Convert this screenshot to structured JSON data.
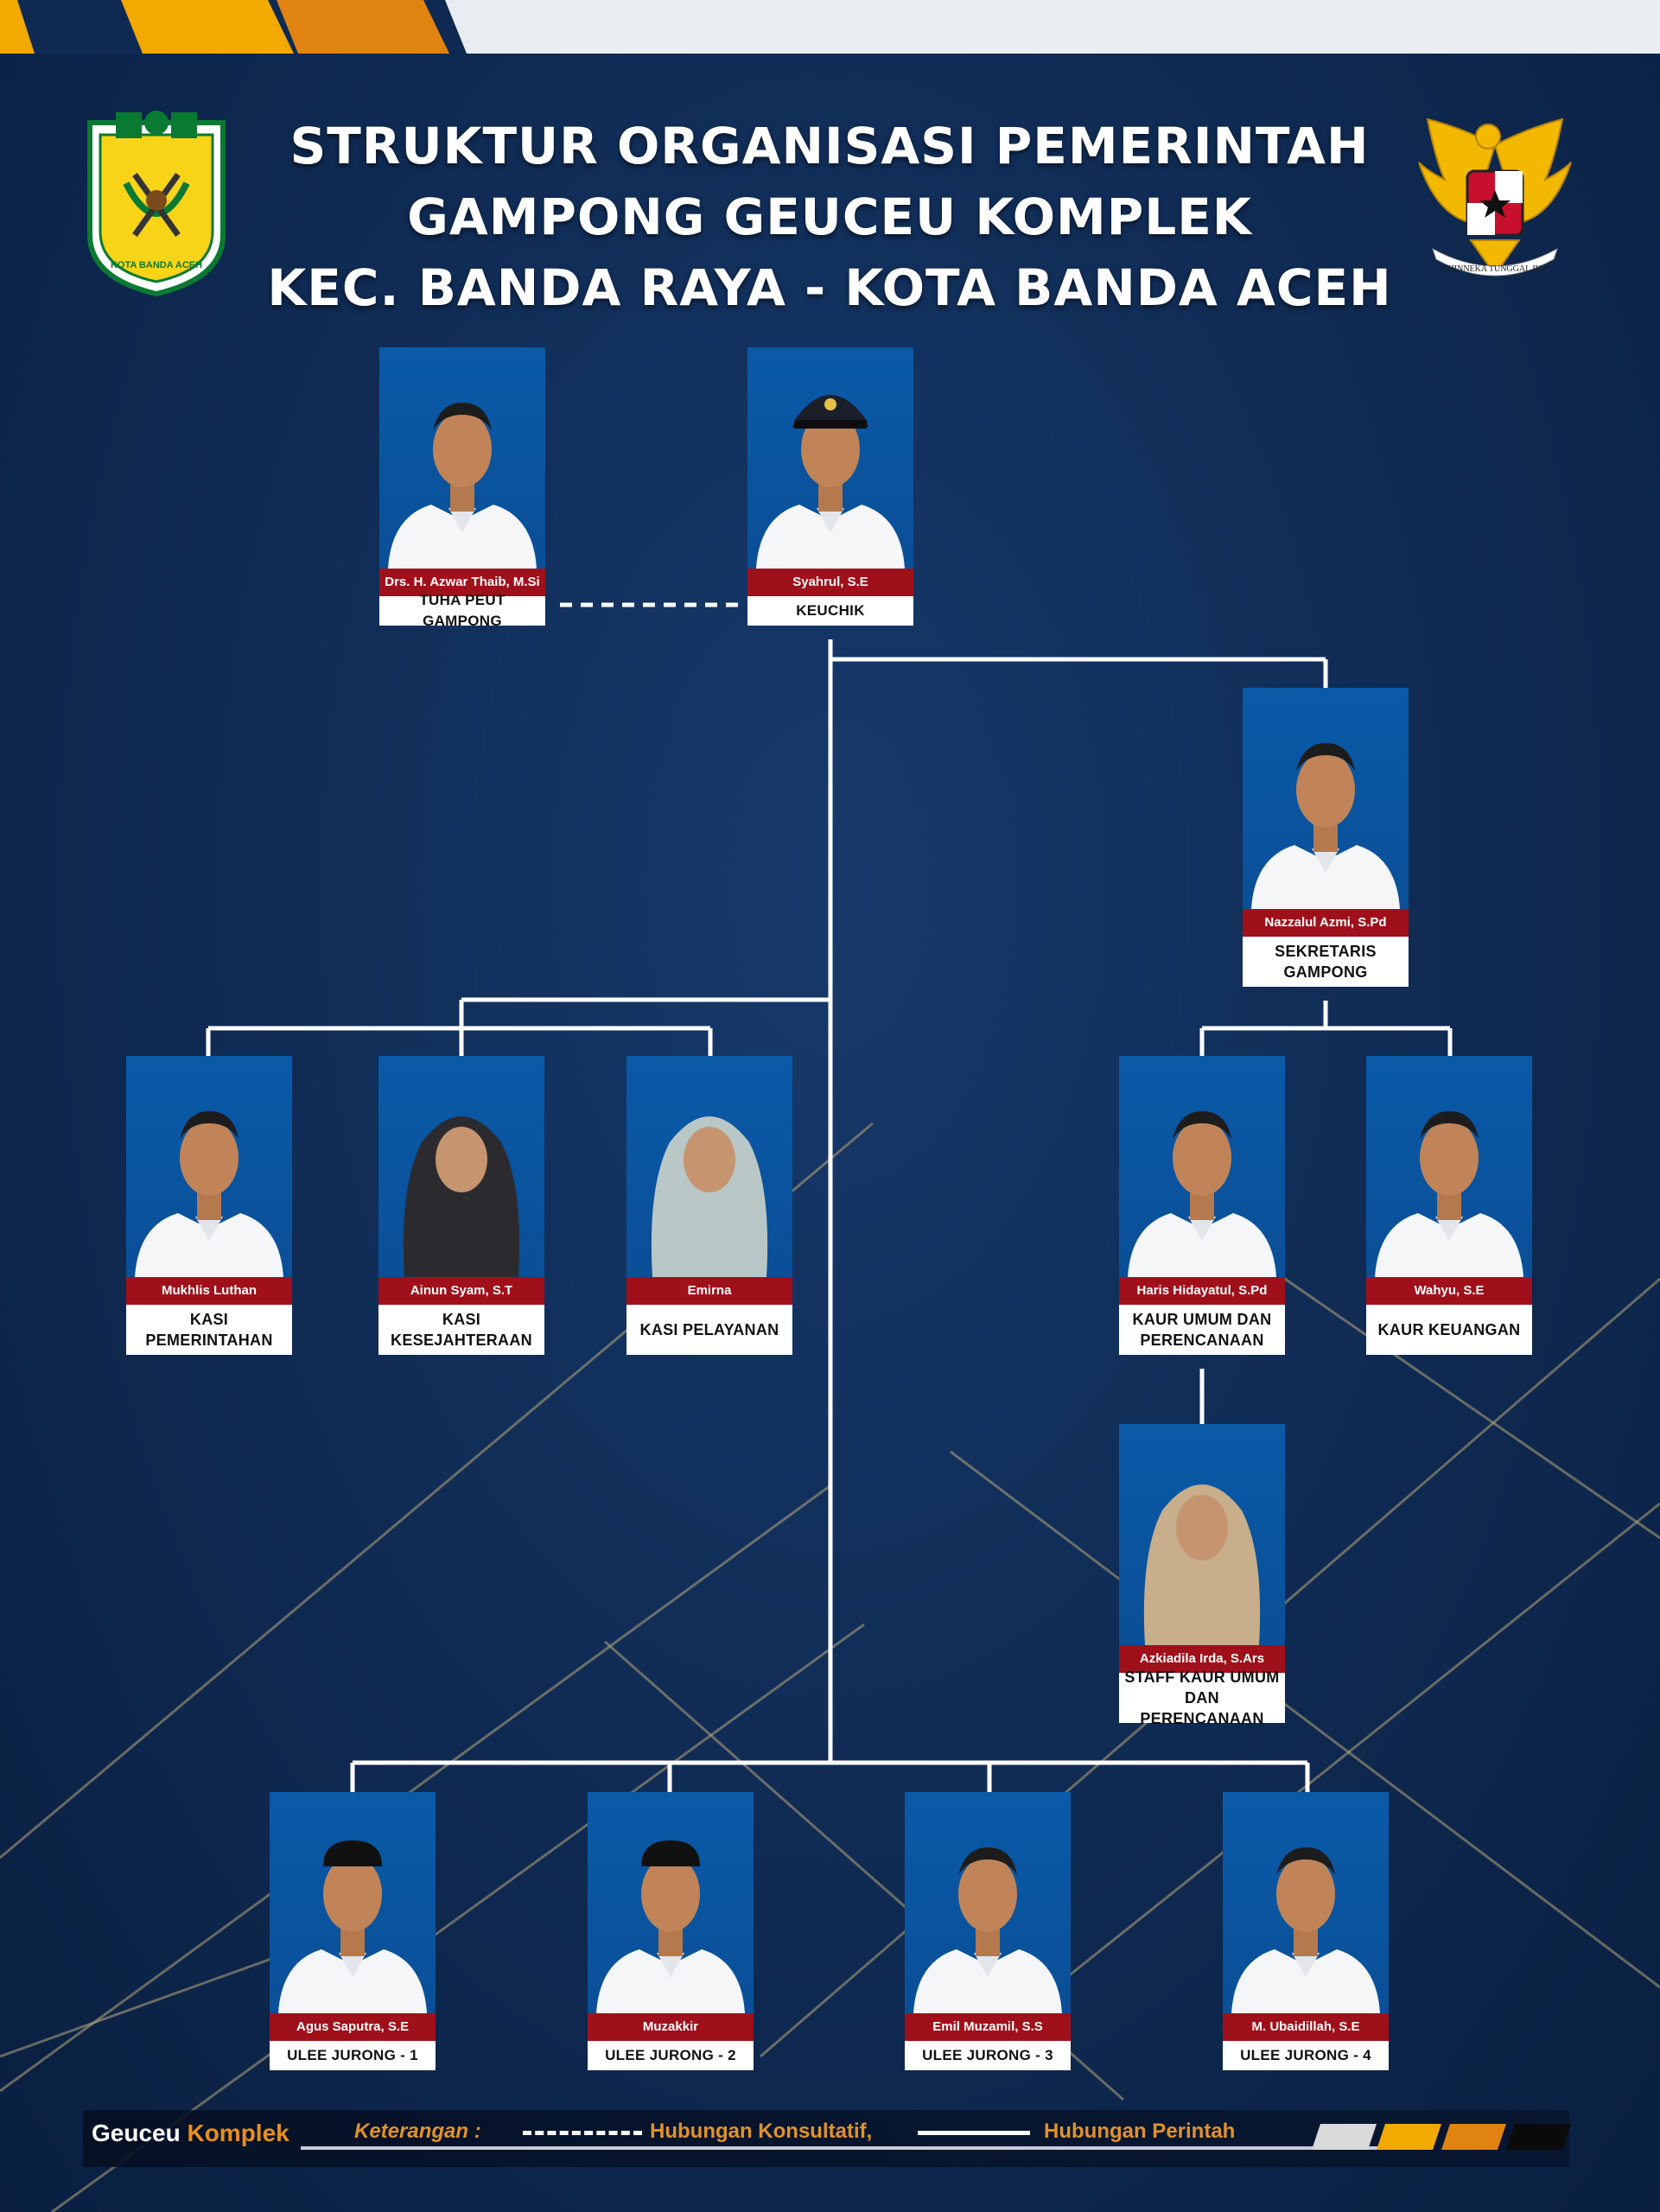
{
  "title": {
    "line1": "STRUKTUR ORGANISASI PEMERINTAH",
    "line2": "GAMPONG GEUCEU KOMPLEK",
    "line3": "KEC. BANDA RAYA - KOTA BANDA ACEH"
  },
  "logos": {
    "left": {
      "icon": "kota-banda-aceh-emblem",
      "text": "KOTA BANDA ACEH"
    },
    "right": {
      "icon": "garuda-pancasila-emblem",
      "text": "BHINNEKA TUNGGAL IKA"
    }
  },
  "colors": {
    "background": "#0f2a52",
    "name_bar": "#a0101a",
    "photo_bg": "#0a4f97",
    "accent_orange": "#e0922a",
    "accent_yellow": "#f2a900"
  },
  "people": [
    {
      "id": "tuha_peut",
      "name": "Drs. H. Azwar Thaib, M.Si",
      "position": "TUHA PEUT GAMPONG"
    },
    {
      "id": "keuchik",
      "name": "Syahrul, S.E",
      "position": "KEUCHIK"
    },
    {
      "id": "sekretaris",
      "name": "Nazzalul Azmi, S.Pd",
      "position": "SEKRETARIS GAMPONG"
    },
    {
      "id": "kasi_pem",
      "name": "Mukhlis Luthan",
      "position": "KASI PEMERINTAHAN"
    },
    {
      "id": "kasi_kes",
      "name": "Ainun Syam, S.T",
      "position": "KASI KESEJAHTERAAN"
    },
    {
      "id": "kasi_pel",
      "name": "Emirna",
      "position": "KASI PELAYANAN"
    },
    {
      "id": "kaur_umum",
      "name": "Haris Hidayatul, S.Pd",
      "position": "KAUR UMUM DAN PERENCANAAN"
    },
    {
      "id": "kaur_keu",
      "name": "Wahyu, S.E",
      "position": "KAUR KEUANGAN"
    },
    {
      "id": "staff_kaur",
      "name": "Azkiadila Irda, S.Ars",
      "position": "STAFF KAUR UMUM DAN PERENCANAAN"
    },
    {
      "id": "ulee1",
      "name": "Agus Saputra, S.E",
      "position": "ULEE JURONG - 1"
    },
    {
      "id": "ulee2",
      "name": "Muzakkir",
      "position": "ULEE JURONG - 2"
    },
    {
      "id": "ulee3",
      "name": "Emil Muzamil, S.S",
      "position": "ULEE JURONG - 3"
    },
    {
      "id": "ulee4",
      "name": "M. Ubaidillah, S.E",
      "position": "ULEE JURONG - 4"
    }
  ],
  "footer": {
    "brand_part1": "Geuceu",
    "brand_part2": "Komplek",
    "legend_label": "Keterangan :",
    "legend_dashed": "Hubungan Konsultatif,",
    "legend_solid": "Hubungan Perintah"
  }
}
